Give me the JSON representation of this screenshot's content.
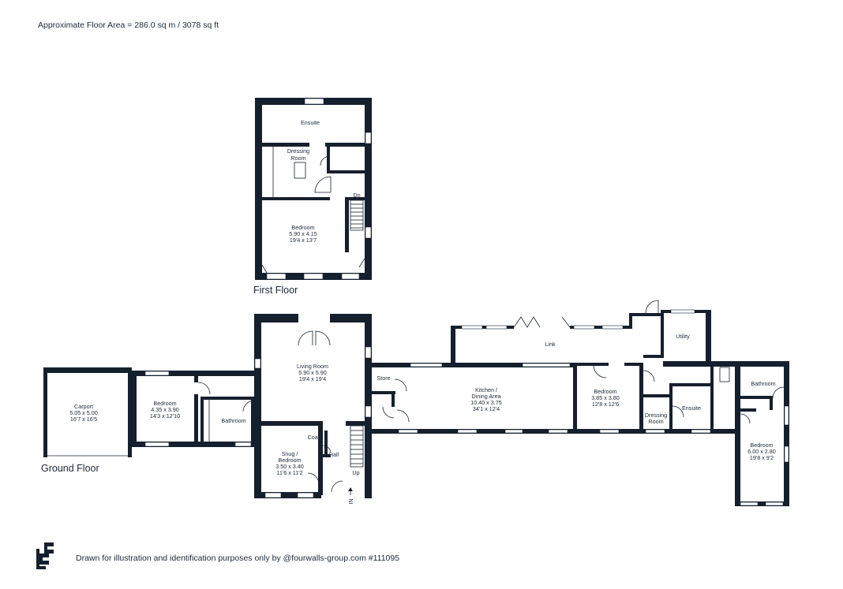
{
  "header": {
    "floor_area": "Approximate Floor Area = 286.0 sq m / 3078 sq ft"
  },
  "floors": {
    "first": "First Floor",
    "ground": "Ground Floor"
  },
  "rooms": {
    "ensuite_first": "Ensuite",
    "dressing_first_1": "Dressing",
    "dressing_first_2": "Room",
    "dn": "Dn",
    "bedroom_first_name": "Bedroom",
    "bedroom_first_metric": "5.90 x 4.15",
    "bedroom_first_imperial": "19'4 x 13'7",
    "carport_name": "Carport",
    "carport_metric": "5.05 x 5.00",
    "carport_imperial": "16'7 x 16'5",
    "bedroom_west_name": "Bedroom",
    "bedroom_west_metric": "4.35 x 3.90",
    "bedroom_west_imperial": "14'3 x 12'10",
    "bathroom_west": "Bathroom",
    "living_name": "Living Room",
    "living_metric": "5.90 x 5.90",
    "living_imperial": "19'4 x 19'4",
    "snug_1": "Snug /",
    "snug_2": "Bedroom",
    "snug_metric": "3.50 x 3.40",
    "snug_imperial": "11'6 x 11'2",
    "coats": "Coats",
    "hall": "Hall",
    "up": "Up",
    "in": "IN",
    "store": "Store",
    "link": "Link",
    "kitchen_1": "Kitchen /",
    "kitchen_2": "Dining Area",
    "kitchen_metric": "10.40 x 3.75",
    "kitchen_imperial": "34'1 x 12'4",
    "utility": "Utility",
    "bedroom_east_name": "Bedroom",
    "bedroom_east_metric": "3.85 x 3.80",
    "bedroom_east_imperial": "12'8 x 12'6",
    "dressing_ground_1": "Dressing",
    "dressing_ground_2": "Room",
    "ensuite_ground": "Ensuite",
    "bathroom_east": "Bathroom",
    "bedroom_far_name": "Bedroom",
    "bedroom_far_metric": "6.00 x 2.80",
    "bedroom_far_imperial": "19'8 x 9'2"
  },
  "footer": {
    "disclaimer": "Drawn for illustration and identification purposes only by @fourwalls-group.com #111095"
  },
  "colors": {
    "wall": "#15202e",
    "text": "#1b2838",
    "background": "#ffffff"
  },
  "icons": {
    "logo": "fourwalls-logo",
    "entrance_arrow": "arrow-up-icon"
  }
}
